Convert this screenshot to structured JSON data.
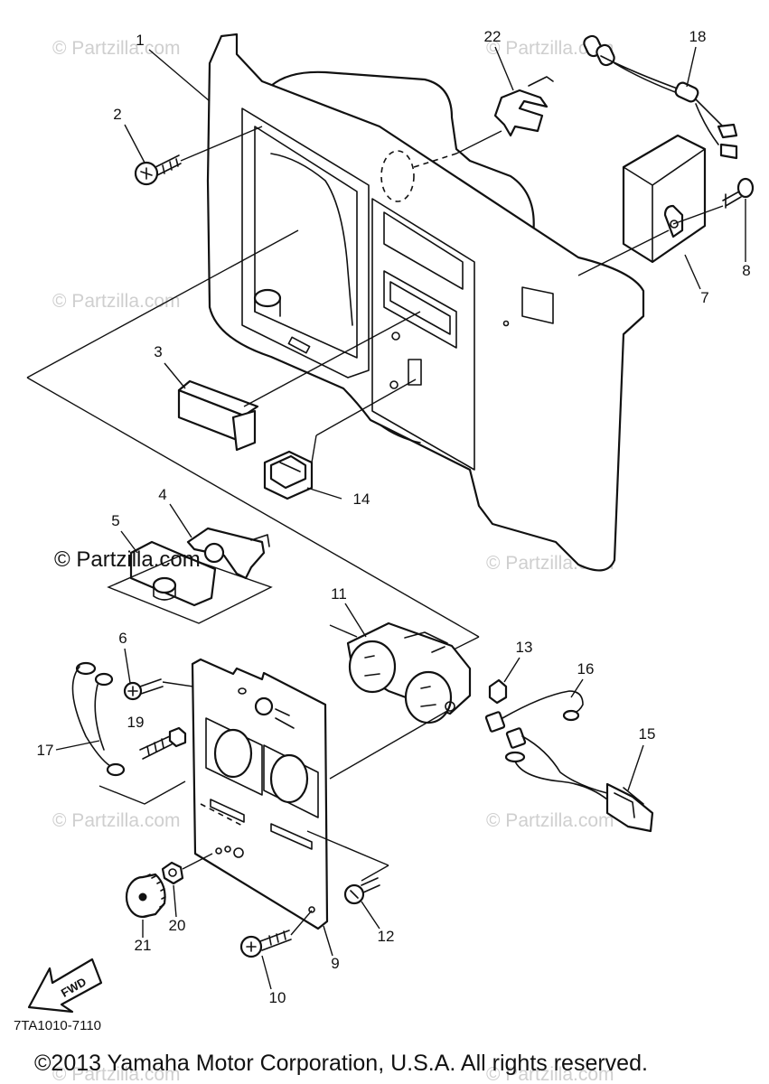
{
  "diagram": {
    "callouts": [
      "1",
      "2",
      "3",
      "4",
      "5",
      "6",
      "7",
      "8",
      "9",
      "10",
      "11",
      "12",
      "13",
      "14",
      "15",
      "16",
      "17",
      "18",
      "19",
      "20",
      "21",
      "22"
    ],
    "watermark": "© Partzilla.com",
    "diagram_code": "7TA1010-7110",
    "fwd_label": "FWD",
    "copyright": "©2013  Yamaha Motor Corporation, U.S.A. All rights reserved."
  }
}
